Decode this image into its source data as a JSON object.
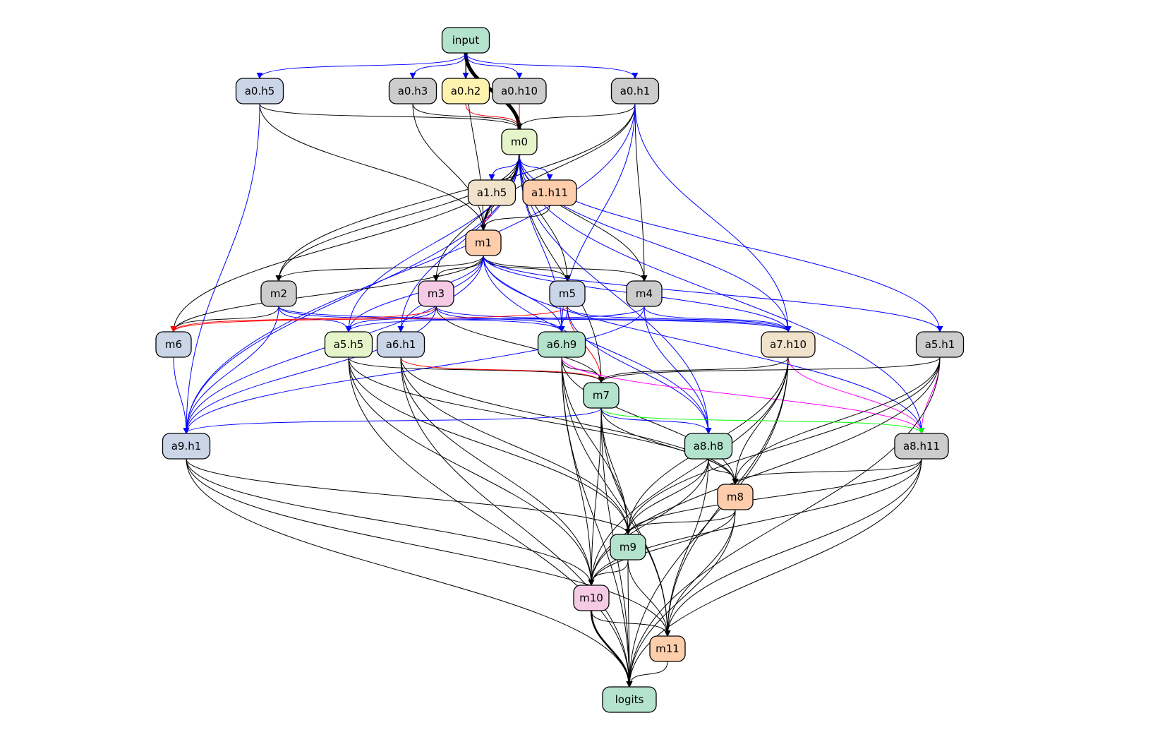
{
  "colors": {
    "mint": "#b3e2cd",
    "peach": "#fdcdac",
    "lavender": "#cbd5e8",
    "pink": "#f4cae4",
    "lime": "#e6f5c9",
    "yellow": "#fff2ae",
    "tan": "#f1e2cc",
    "gray": "#cccccc",
    "edge_black": "#000000",
    "edge_blue": "#0000ff",
    "edge_red": "#ff0000",
    "edge_magenta": "#ff00ff",
    "edge_green": "#00ff00"
  },
  "nodes": [
    {
      "id": "input",
      "label": "input",
      "fill": "mint"
    },
    {
      "id": "a0.h5",
      "label": "a0.h5",
      "fill": "lavender"
    },
    {
      "id": "a0.h3",
      "label": "a0.h3",
      "fill": "gray"
    },
    {
      "id": "a0.h2",
      "label": "a0.h2",
      "fill": "yellow"
    },
    {
      "id": "a0.h10",
      "label": "a0.h10",
      "fill": "gray"
    },
    {
      "id": "a0.h1",
      "label": "a0.h1",
      "fill": "gray"
    },
    {
      "id": "m0",
      "label": "m0",
      "fill": "lime"
    },
    {
      "id": "a1.h5",
      "label": "a1.h5",
      "fill": "tan"
    },
    {
      "id": "a1.h11",
      "label": "a1.h11",
      "fill": "peach"
    },
    {
      "id": "m1",
      "label": "m1",
      "fill": "peach"
    },
    {
      "id": "m2",
      "label": "m2",
      "fill": "gray"
    },
    {
      "id": "m3",
      "label": "m3",
      "fill": "pink"
    },
    {
      "id": "m5",
      "label": "m5",
      "fill": "lavender"
    },
    {
      "id": "m4",
      "label": "m4",
      "fill": "gray"
    },
    {
      "id": "m6",
      "label": "m6",
      "fill": "lavender"
    },
    {
      "id": "a5.h5",
      "label": "a5.h5",
      "fill": "lime"
    },
    {
      "id": "a6.h1",
      "label": "a6.h1",
      "fill": "lavender"
    },
    {
      "id": "a6.h9",
      "label": "a6.h9",
      "fill": "mint"
    },
    {
      "id": "a7.h10",
      "label": "a7.h10",
      "fill": "tan"
    },
    {
      "id": "a5.h1",
      "label": "a5.h1",
      "fill": "gray"
    },
    {
      "id": "m7",
      "label": "m7",
      "fill": "mint"
    },
    {
      "id": "a9.h1",
      "label": "a9.h1",
      "fill": "lavender"
    },
    {
      "id": "a8.h8",
      "label": "a8.h8",
      "fill": "mint"
    },
    {
      "id": "a8.h11",
      "label": "a8.h11",
      "fill": "gray"
    },
    {
      "id": "m8",
      "label": "m8",
      "fill": "peach"
    },
    {
      "id": "m9",
      "label": "m9",
      "fill": "mint"
    },
    {
      "id": "m10",
      "label": "m10",
      "fill": "pink"
    },
    {
      "id": "m11",
      "label": "m11",
      "fill": "peach"
    },
    {
      "id": "logits",
      "label": "logits",
      "fill": "mint"
    }
  ],
  "edges": [
    {
      "from": "input",
      "to": "m0",
      "color": "edge_black",
      "weight": 5
    },
    {
      "from": "input",
      "to": "a0.h5",
      "color": "edge_blue",
      "weight": 1
    },
    {
      "from": "input",
      "to": "a0.h3",
      "color": "edge_blue",
      "weight": 1
    },
    {
      "from": "input",
      "to": "a0.h2",
      "color": "edge_blue",
      "weight": 1
    },
    {
      "from": "input",
      "to": "a0.h10",
      "color": "edge_blue",
      "weight": 1
    },
    {
      "from": "input",
      "to": "a0.h1",
      "color": "edge_blue",
      "weight": 1
    },
    {
      "from": "input",
      "to": "m1",
      "color": "edge_black",
      "weight": 1
    },
    {
      "from": "a0.h5",
      "to": "m0",
      "color": "edge_black",
      "weight": 1
    },
    {
      "from": "a0.h5",
      "to": "m1",
      "color": "edge_black",
      "weight": 1
    },
    {
      "from": "a0.h5",
      "to": "a9.h1",
      "color": "edge_blue",
      "weight": 1
    },
    {
      "from": "a0.h3",
      "to": "m0",
      "color": "edge_black",
      "weight": 1
    },
    {
      "from": "a0.h3",
      "to": "m1",
      "color": "edge_black",
      "weight": 1
    },
    {
      "from": "a0.h2",
      "to": "m0",
      "color": "edge_red",
      "weight": 1
    },
    {
      "from": "a0.h10",
      "to": "m0",
      "color": "edge_red",
      "weight": 1
    },
    {
      "from": "a0.h1",
      "to": "m0",
      "color": "edge_black",
      "weight": 1
    },
    {
      "from": "a0.h1",
      "to": "m1",
      "color": "edge_black",
      "weight": 1
    },
    {
      "from": "a0.h1",
      "to": "m2",
      "color": "edge_black",
      "weight": 1
    },
    {
      "from": "a0.h1",
      "to": "m4",
      "color": "edge_black",
      "weight": 1
    },
    {
      "from": "a0.h1",
      "to": "a6.h9",
      "color": "edge_blue",
      "weight": 1
    },
    {
      "from": "a0.h1",
      "to": "a7.h10",
      "color": "edge_blue",
      "weight": 1
    },
    {
      "from": "a0.h1",
      "to": "a9.h1",
      "color": "edge_blue",
      "weight": 1
    },
    {
      "from": "m0",
      "to": "m1",
      "color": "edge_black",
      "weight": 2.5
    },
    {
      "from": "m0",
      "to": "a1.h5",
      "color": "edge_blue",
      "weight": 1
    },
    {
      "from": "m0",
      "to": "a1.h11",
      "color": "edge_blue",
      "weight": 1
    },
    {
      "from": "m0",
      "to": "m2",
      "color": "edge_black",
      "weight": 1
    },
    {
      "from": "m0",
      "to": "m3",
      "color": "edge_black",
      "weight": 1
    },
    {
      "from": "m0",
      "to": "m4",
      "color": "edge_black",
      "weight": 1
    },
    {
      "from": "m0",
      "to": "m5",
      "color": "edge_black",
      "weight": 1
    },
    {
      "from": "m0",
      "to": "m6",
      "color": "edge_black",
      "weight": 1
    },
    {
      "from": "m0",
      "to": "m7",
      "color": "edge_black",
      "weight": 1
    },
    {
      "from": "m0",
      "to": "a5.h5",
      "color": "edge_blue",
      "weight": 1
    },
    {
      "from": "m0",
      "to": "a6.h1",
      "color": "edge_blue",
      "weight": 1
    },
    {
      "from": "m0",
      "to": "a6.h9",
      "color": "edge_blue",
      "weight": 1
    },
    {
      "from": "m0",
      "to": "a7.h10",
      "color": "edge_blue",
      "weight": 1
    },
    {
      "from": "m0",
      "to": "a5.h1",
      "color": "edge_blue",
      "weight": 1
    },
    {
      "from": "m0",
      "to": "a9.h1",
      "color": "edge_blue",
      "weight": 1
    },
    {
      "from": "m0",
      "to": "a8.h8",
      "color": "edge_blue",
      "weight": 1
    },
    {
      "from": "m0",
      "to": "a8.h11",
      "color": "edge_blue",
      "weight": 1
    },
    {
      "from": "a1.h5",
      "to": "m1",
      "color": "edge_red",
      "weight": 1
    },
    {
      "from": "a1.h11",
      "to": "m1",
      "color": "edge_black",
      "weight": 1
    },
    {
      "from": "m1",
      "to": "m2",
      "color": "edge_black",
      "weight": 1
    },
    {
      "from": "m1",
      "to": "m3",
      "color": "edge_black",
      "weight": 1
    },
    {
      "from": "m1",
      "to": "m4",
      "color": "edge_black",
      "weight": 1
    },
    {
      "from": "m1",
      "to": "m5",
      "color": "edge_black",
      "weight": 1
    },
    {
      "from": "m1",
      "to": "m6",
      "color": "edge_black",
      "weight": 1
    },
    {
      "from": "m1",
      "to": "a5.h5",
      "color": "edge_blue",
      "weight": 1
    },
    {
      "from": "m1",
      "to": "a6.h1",
      "color": "edge_blue",
      "weight": 1
    },
    {
      "from": "m1",
      "to": "a6.h9",
      "color": "edge_blue",
      "weight": 1
    },
    {
      "from": "m1",
      "to": "a7.h10",
      "color": "edge_blue",
      "weight": 1
    },
    {
      "from": "m1",
      "to": "a5.h1",
      "color": "edge_blue",
      "weight": 1
    },
    {
      "from": "m1",
      "to": "a9.h1",
      "color": "edge_blue",
      "weight": 1
    },
    {
      "from": "m1",
      "to": "a8.h8",
      "color": "edge_blue",
      "weight": 1
    },
    {
      "from": "m1",
      "to": "a8.h11",
      "color": "edge_blue",
      "weight": 1
    },
    {
      "from": "m2",
      "to": "m6",
      "color": "edge_black",
      "weight": 1
    },
    {
      "from": "m2",
      "to": "a5.h5",
      "color": "edge_blue",
      "weight": 1
    },
    {
      "from": "m2",
      "to": "a6.h9",
      "color": "edge_blue",
      "weight": 1
    },
    {
      "from": "m2",
      "to": "a7.h10",
      "color": "edge_blue",
      "weight": 1
    },
    {
      "from": "m2",
      "to": "a9.h1",
      "color": "edge_blue",
      "weight": 1
    },
    {
      "from": "m3",
      "to": "m6",
      "color": "edge_red",
      "weight": 1
    },
    {
      "from": "m3",
      "to": "a5.h5",
      "color": "edge_blue",
      "weight": 1
    },
    {
      "from": "m3",
      "to": "a6.h9",
      "color": "edge_blue",
      "weight": 1
    },
    {
      "from": "m3",
      "to": "a7.h10",
      "color": "edge_blue",
      "weight": 1
    },
    {
      "from": "m3",
      "to": "a9.h1",
      "color": "edge_blue",
      "weight": 1
    },
    {
      "from": "m3",
      "to": "m7",
      "color": "edge_black",
      "weight": 1
    },
    {
      "from": "m5",
      "to": "m6",
      "color": "edge_red",
      "weight": 1
    },
    {
      "from": "m5",
      "to": "a6.h9",
      "color": "edge_blue",
      "weight": 1
    },
    {
      "from": "m5",
      "to": "m7",
      "color": "edge_red",
      "weight": 1
    },
    {
      "from": "m5",
      "to": "a7.h10",
      "color": "edge_blue",
      "weight": 1
    },
    {
      "from": "m5",
      "to": "a8.h8",
      "color": "edge_blue",
      "weight": 1
    },
    {
      "from": "m4",
      "to": "a5.h5",
      "color": "edge_blue",
      "weight": 1
    },
    {
      "from": "m4",
      "to": "a7.h10",
      "color": "edge_blue",
      "weight": 1
    },
    {
      "from": "m4",
      "to": "a9.h1",
      "color": "edge_blue",
      "weight": 1
    },
    {
      "from": "m4",
      "to": "a8.h8",
      "color": "edge_blue",
      "weight": 1
    },
    {
      "from": "m6",
      "to": "a9.h1",
      "color": "edge_blue",
      "weight": 1
    },
    {
      "from": "a5.h5",
      "to": "m7",
      "color": "edge_black",
      "weight": 1
    },
    {
      "from": "a5.h5",
      "to": "m8",
      "color": "edge_black",
      "weight": 1
    },
    {
      "from": "a5.h5",
      "to": "m9",
      "color": "edge_black",
      "weight": 1
    },
    {
      "from": "a5.h5",
      "to": "m10",
      "color": "edge_black",
      "weight": 1
    },
    {
      "from": "a5.h5",
      "to": "logits",
      "color": "edge_black",
      "weight": 1
    },
    {
      "from": "a6.h1",
      "to": "m7",
      "color": "edge_red",
      "weight": 1
    },
    {
      "from": "a6.h1",
      "to": "m8",
      "color": "edge_black",
      "weight": 1
    },
    {
      "from": "a6.h1",
      "to": "m9",
      "color": "edge_black",
      "weight": 1
    },
    {
      "from": "a6.h1",
      "to": "m10",
      "color": "edge_black",
      "weight": 1
    },
    {
      "from": "a6.h1",
      "to": "logits",
      "color": "edge_black",
      "weight": 1
    },
    {
      "from": "a6.h9",
      "to": "m7",
      "color": "edge_black",
      "weight": 1
    },
    {
      "from": "a6.h9",
      "to": "a8.h11",
      "color": "edge_magenta",
      "weight": 1
    },
    {
      "from": "a6.h9",
      "to": "m8",
      "color": "edge_black",
      "weight": 1
    },
    {
      "from": "a6.h9",
      "to": "m9",
      "color": "edge_black",
      "weight": 1
    },
    {
      "from": "a6.h9",
      "to": "m10",
      "color": "edge_black",
      "weight": 1
    },
    {
      "from": "a6.h9",
      "to": "m11",
      "color": "edge_black",
      "weight": 1
    },
    {
      "from": "a6.h9",
      "to": "logits",
      "color": "edge_black",
      "weight": 1
    },
    {
      "from": "a7.h10",
      "to": "m7",
      "color": "edge_black",
      "weight": 1
    },
    {
      "from": "a7.h10",
      "to": "a8.h11",
      "color": "edge_magenta",
      "weight": 1
    },
    {
      "from": "a7.h10",
      "to": "m8",
      "color": "edge_black",
      "weight": 1
    },
    {
      "from": "a7.h10",
      "to": "m9",
      "color": "edge_black",
      "weight": 1
    },
    {
      "from": "a7.h10",
      "to": "m10",
      "color": "edge_black",
      "weight": 1
    },
    {
      "from": "a7.h10",
      "to": "m11",
      "color": "edge_black",
      "weight": 1
    },
    {
      "from": "a7.h10",
      "to": "logits",
      "color": "edge_black",
      "weight": 1
    },
    {
      "from": "a5.h1",
      "to": "m7",
      "color": "edge_black",
      "weight": 1
    },
    {
      "from": "a5.h1",
      "to": "a8.h11",
      "color": "edge_magenta",
      "weight": 1
    },
    {
      "from": "a5.h1",
      "to": "m8",
      "color": "edge_black",
      "weight": 1
    },
    {
      "from": "a5.h1",
      "to": "m9",
      "color": "edge_black",
      "weight": 1
    },
    {
      "from": "a5.h1",
      "to": "m10",
      "color": "edge_black",
      "weight": 1
    },
    {
      "from": "a5.h1",
      "to": "logits",
      "color": "edge_black",
      "weight": 1
    },
    {
      "from": "m7",
      "to": "a9.h1",
      "color": "edge_blue",
      "weight": 1
    },
    {
      "from": "m7",
      "to": "a8.h8",
      "color": "edge_blue",
      "weight": 1
    },
    {
      "from": "m7",
      "to": "a8.h11",
      "color": "edge_green",
      "weight": 1
    },
    {
      "from": "m7",
      "to": "m8",
      "color": "edge_black",
      "weight": 1
    },
    {
      "from": "m7",
      "to": "m9",
      "color": "edge_black",
      "weight": 1
    },
    {
      "from": "m7",
      "to": "m10",
      "color": "edge_black",
      "weight": 1
    },
    {
      "from": "m7",
      "to": "m11",
      "color": "edge_black",
      "weight": 1
    },
    {
      "from": "m7",
      "to": "logits",
      "color": "edge_black",
      "weight": 1
    },
    {
      "from": "a9.h1",
      "to": "m9",
      "color": "edge_black",
      "weight": 1
    },
    {
      "from": "a9.h1",
      "to": "m10",
      "color": "edge_black",
      "weight": 1
    },
    {
      "from": "a9.h1",
      "to": "m11",
      "color": "edge_black",
      "weight": 1
    },
    {
      "from": "a9.h1",
      "to": "logits",
      "color": "edge_black",
      "weight": 1
    },
    {
      "from": "a8.h8",
      "to": "m8",
      "color": "edge_black",
      "weight": 1
    },
    {
      "from": "a8.h8",
      "to": "m9",
      "color": "edge_black",
      "weight": 1
    },
    {
      "from": "a8.h8",
      "to": "m10",
      "color": "edge_black",
      "weight": 1
    },
    {
      "from": "a8.h8",
      "to": "m11",
      "color": "edge_black",
      "weight": 1
    },
    {
      "from": "a8.h11",
      "to": "m8",
      "color": "edge_black",
      "weight": 1
    },
    {
      "from": "a8.h11",
      "to": "m9",
      "color": "edge_black",
      "weight": 1
    },
    {
      "from": "a8.h11",
      "to": "m10",
      "color": "edge_black",
      "weight": 1
    },
    {
      "from": "a8.h11",
      "to": "m11",
      "color": "edge_black",
      "weight": 1
    },
    {
      "from": "a8.h11",
      "to": "logits",
      "color": "edge_black",
      "weight": 1
    },
    {
      "from": "m8",
      "to": "m9",
      "color": "edge_black",
      "weight": 1
    },
    {
      "from": "m8",
      "to": "m10",
      "color": "edge_black",
      "weight": 1
    },
    {
      "from": "m8",
      "to": "m11",
      "color": "edge_black",
      "weight": 1
    },
    {
      "from": "m8",
      "to": "logits",
      "color": "edge_black",
      "weight": 1
    },
    {
      "from": "m9",
      "to": "m10",
      "color": "edge_black",
      "weight": 1
    },
    {
      "from": "m9",
      "to": "m11",
      "color": "edge_black",
      "weight": 1
    },
    {
      "from": "m9",
      "to": "logits",
      "color": "edge_black",
      "weight": 1
    },
    {
      "from": "m10",
      "to": "m11",
      "color": "edge_black",
      "weight": 1
    },
    {
      "from": "m10",
      "to": "logits",
      "color": "edge_black",
      "weight": 2.5
    },
    {
      "from": "m11",
      "to": "logits",
      "color": "edge_black",
      "weight": 1
    }
  ]
}
